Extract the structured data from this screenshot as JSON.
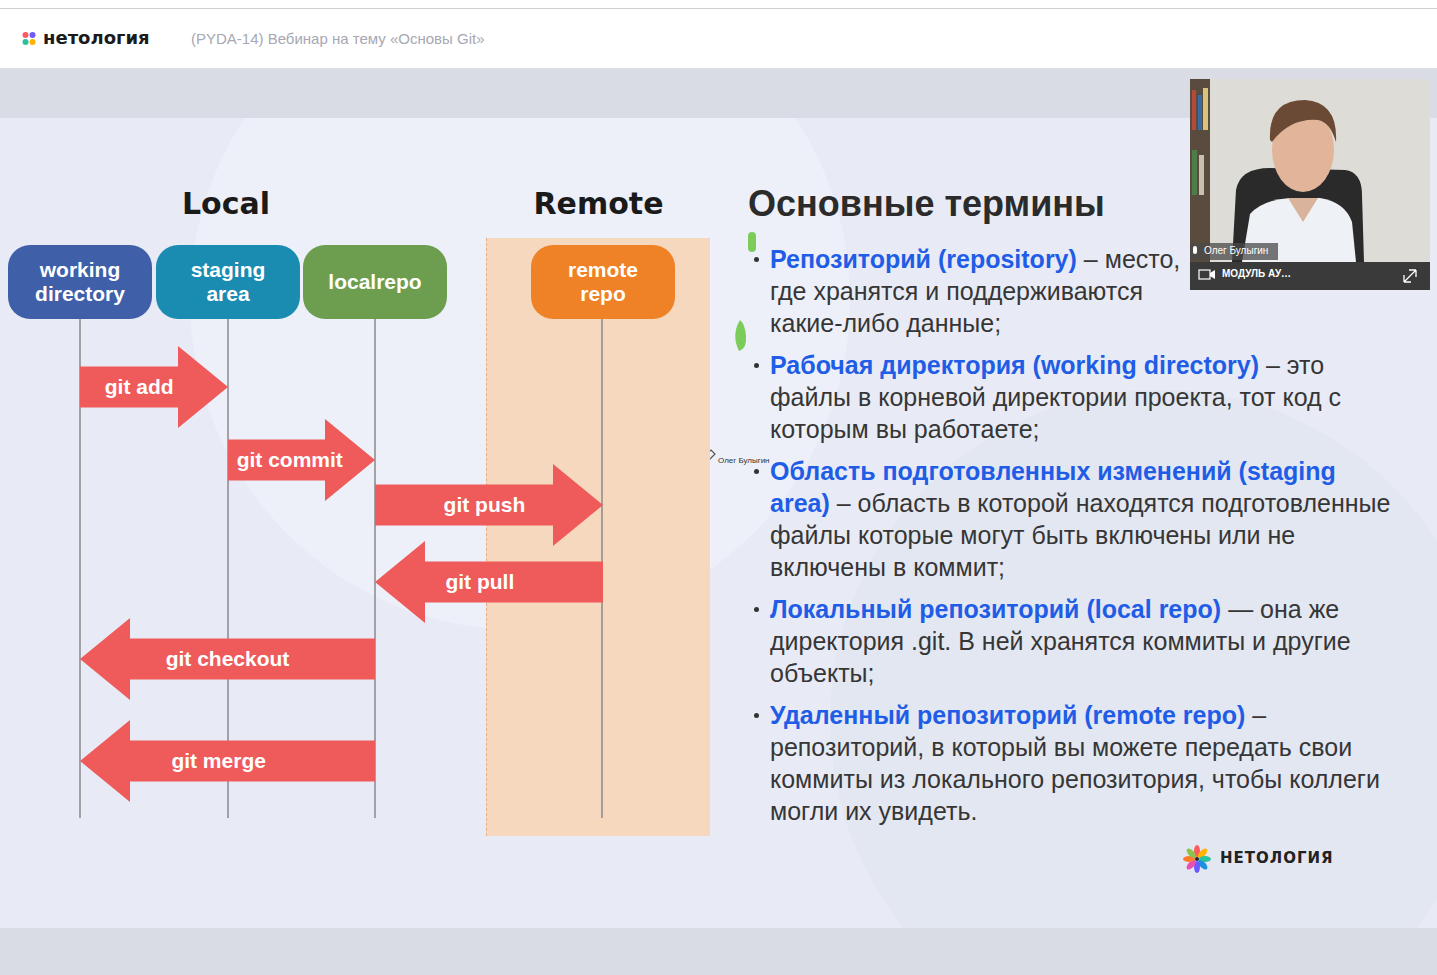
{
  "diagram": {
    "title": "Основные термины",
    "nodes": [
      {
        "text": [
          "working directory"
        ]
      },
      {
        "text": [
          "staging area"
        ]
      },
      {
        "text": [
          "localrepo"
        ]
      },
      {
        "text": [
          "Remote"
        ]
      },
      {
        "text": [
          "remote repo"
        ],
        "in": 3
      }
    ],
    "edges": [
      {
        "from": 0,
        "to": 1,
        "arrow": "to",
        "label": "git add"
      },
      {
        "from": 1,
        "to": 2,
        "arrow": "to",
        "label": "git commit"
      },
      {
        "from": 2,
        "to": 4,
        "arrow": "to",
        "label": "git push"
      },
      {
        "from": 4,
        "to": 2,
        "arrow": "to",
        "label": "git pull"
      },
      {
        "from": 2,
        "to": 0,
        "arrow": "to",
        "label": "git checkout"
      },
      {
        "from": 2,
        "to": 0,
        "arrow": "to",
        "label": "git merge"
      }
    ],
    "labels": [
      "нетология",
      "(PYDA-14) Вебинар на тему «Основы Git»",
      "Local",
      "Репозиторий (repository)",
      "– место, где хранятся и поддерживаются какие-либо данные;",
      "Рабочая директория (working directory)",
      "– это файлы в корневой директории проекта, тот код с которым вы работаете;",
      "Область подготовленных изменений (staging area)",
      "– область в которой находятся подготовленные файлы которые могут быть включены или не включены в коммит;",
      "Локальный репозиторий (local repo)",
      "— она же директория .git. В ней хранятся коммиты и другие объекты;",
      "Удаленный репозиторий (remote repo)",
      "– репозиторий, в который вы можете передать свои коммиты из локального репозитория, чтобы коллеги могли их увидеть.",
      "Олег Булыгин",
      "Олег Булыгин",
      "МОДУЛЬ АУ…",
      "НЕТОЛОГИЯ"
    ]
  }
}
